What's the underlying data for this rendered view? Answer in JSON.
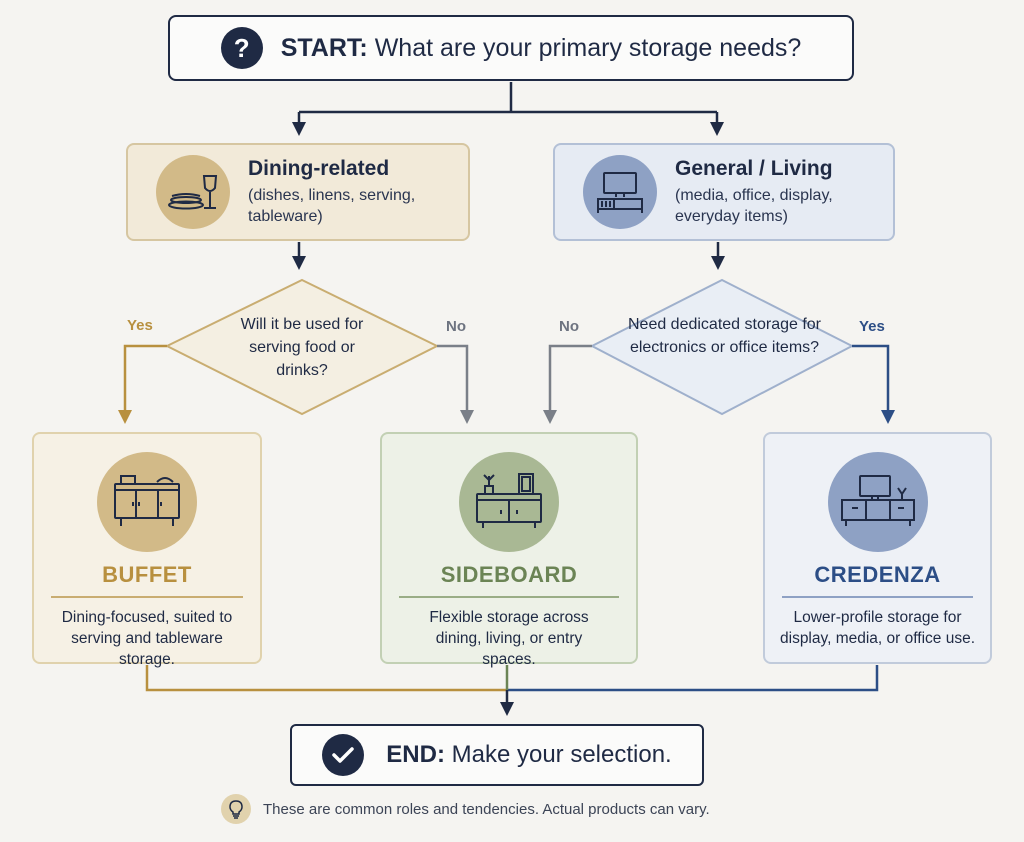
{
  "start": {
    "prefix": "START:",
    "question": "What are your primary storage needs?",
    "icon": "question-icon"
  },
  "categories": {
    "dining": {
      "title": "Dining-related",
      "desc": "(dishes, linens, serving, tableware)",
      "icon": "tableware-icon"
    },
    "general": {
      "title": "General / Living",
      "desc": "(media, office, display, everyday items)",
      "icon": "tv-stand-icon"
    }
  },
  "decisions": {
    "serving": {
      "question": "Will it be used for serving food or drinks?",
      "yes": "Yes",
      "no": "No"
    },
    "electronics": {
      "question": "Need dedicated storage for electronics or office items?",
      "yes": "Yes",
      "no": "No"
    }
  },
  "results": {
    "buffet": {
      "title": "BUFFET",
      "desc": "Dining-focused, suited to serving and tableware storage.",
      "icon": "buffet-icon"
    },
    "sideboard": {
      "title": "SIDEBOARD",
      "desc": "Flexible storage across dining, living, or entry spaces.",
      "icon": "sideboard-icon"
    },
    "credenza": {
      "title": "CREDENZA",
      "desc": "Lower-profile storage for display, media, or office use.",
      "icon": "credenza-icon"
    }
  },
  "end": {
    "prefix": "END:",
    "text": "Make your selection.",
    "icon": "check-icon"
  },
  "footnote": {
    "text": "These are common roles and tendencies. Actual products can vary.",
    "icon": "lightbulb-icon"
  },
  "colors": {
    "navy": "#1f2a44",
    "gold": "#b8903f",
    "gray": "#7a7f88",
    "blue": "#2c4e86",
    "green": "#6b8455"
  }
}
